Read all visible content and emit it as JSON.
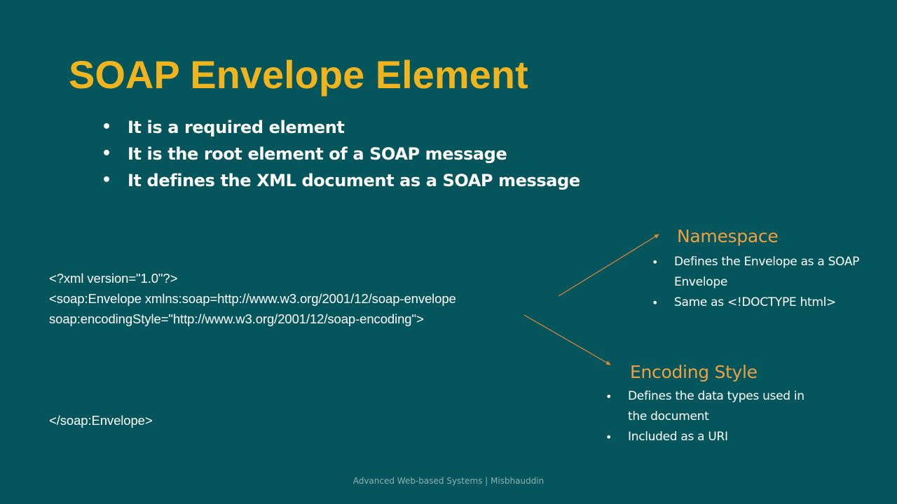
{
  "slide": {
    "title": "SOAP Envelope Element",
    "bullets": [
      "It is a required element",
      "It is the root element of a SOAP message",
      "It defines the XML document as a SOAP message"
    ],
    "code": {
      "line1": "<?xml version=\"1.0\"?>",
      "line2": "<soap:Envelope xmlns:soap=http://www.w3.org/2001/12/soap-envelope",
      "line3": "soap:encodingStyle=\"http://www.w3.org/2001/12/soap-encoding\">",
      "line4": "</soap:Envelope>"
    },
    "namespace": {
      "heading": "Namespace",
      "items": [
        "Defines the Envelope as a SOAP Envelope",
        "Same as <!DOCTYPE html>"
      ]
    },
    "encoding_style": {
      "heading": "Encoding Style",
      "items": [
        "Defines the data types used in the document",
        "Included as a URI"
      ]
    },
    "footer": "Advanced Web-based Systems | Misbhauddin"
  },
  "colors": {
    "background": "#04555c",
    "title": "#f0b41e",
    "side_heading": "#f0a044",
    "arrow": "#e8863a",
    "text": "#ffffff",
    "footer": "#8fb1b4"
  }
}
